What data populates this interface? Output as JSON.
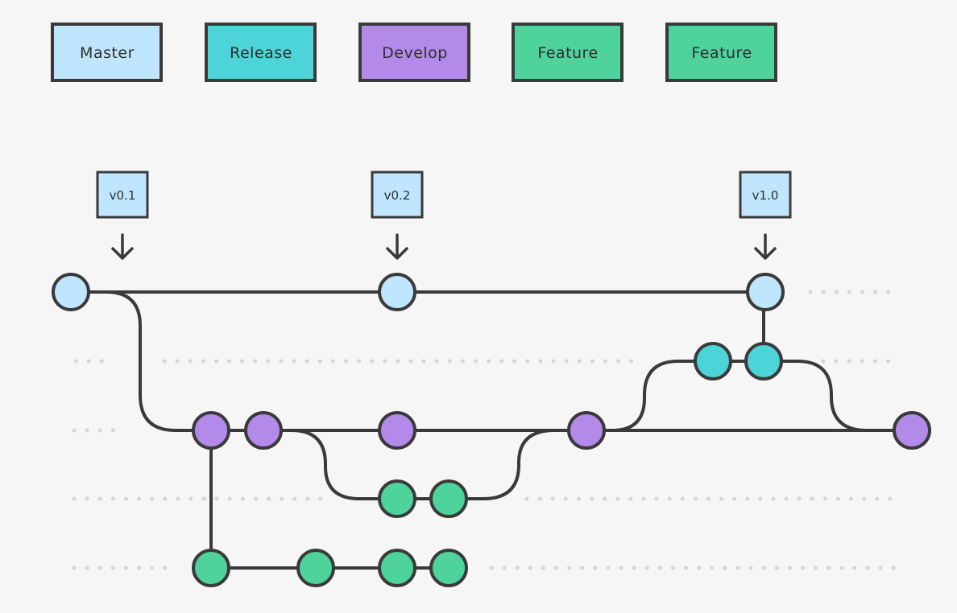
{
  "colors": {
    "master": "#bfe6fc",
    "release": "#4dd4d8",
    "develop": "#b38aea",
    "feature": "#4fd39c",
    "stroke": "#3a3a3a",
    "background": "#f6f6f6",
    "dots": "#d6d6d6"
  },
  "legend": [
    {
      "label": "Master",
      "branch": "master"
    },
    {
      "label": "Release",
      "branch": "release"
    },
    {
      "label": "Develop",
      "branch": "develop"
    },
    {
      "label": "Feature",
      "branch": "feature"
    },
    {
      "label": "Feature",
      "branch": "feature"
    }
  ],
  "tags": [
    {
      "label": "v0.1",
      "branch": "master"
    },
    {
      "label": "v0.2",
      "branch": "master"
    },
    {
      "label": "v1.0",
      "branch": "master"
    }
  ],
  "commits": [
    {
      "id": "m1",
      "branch": "master"
    },
    {
      "id": "m2",
      "branch": "master"
    },
    {
      "id": "m3",
      "branch": "master"
    },
    {
      "id": "r1",
      "branch": "release"
    },
    {
      "id": "r2",
      "branch": "release"
    },
    {
      "id": "d1",
      "branch": "develop"
    },
    {
      "id": "d2",
      "branch": "develop"
    },
    {
      "id": "d3",
      "branch": "develop"
    },
    {
      "id": "d4",
      "branch": "develop"
    },
    {
      "id": "d5",
      "branch": "develop"
    },
    {
      "id": "fa1",
      "branch": "feature"
    },
    {
      "id": "fa2",
      "branch": "feature"
    },
    {
      "id": "fb1",
      "branch": "feature"
    },
    {
      "id": "fb2",
      "branch": "feature"
    },
    {
      "id": "fb3",
      "branch": "feature"
    },
    {
      "id": "fb4",
      "branch": "feature"
    }
  ],
  "edges": [
    [
      "m1",
      "m2"
    ],
    [
      "m2",
      "m3"
    ],
    [
      "m3",
      "r2"
    ],
    [
      "r1",
      "r2"
    ],
    [
      "m1",
      "d1"
    ],
    [
      "d1",
      "d2"
    ],
    [
      "d2",
      "d3"
    ],
    [
      "d3",
      "d4"
    ],
    [
      "d4",
      "d5"
    ],
    [
      "d4",
      "r1"
    ],
    [
      "r2",
      "d5"
    ],
    [
      "d2",
      "fa1"
    ],
    [
      "fa1",
      "fa2"
    ],
    [
      "fa2",
      "d4"
    ],
    [
      "d1",
      "fb1"
    ],
    [
      "fb1",
      "fb2"
    ],
    [
      "fb2",
      "fb3"
    ],
    [
      "fb3",
      "fb4"
    ]
  ]
}
